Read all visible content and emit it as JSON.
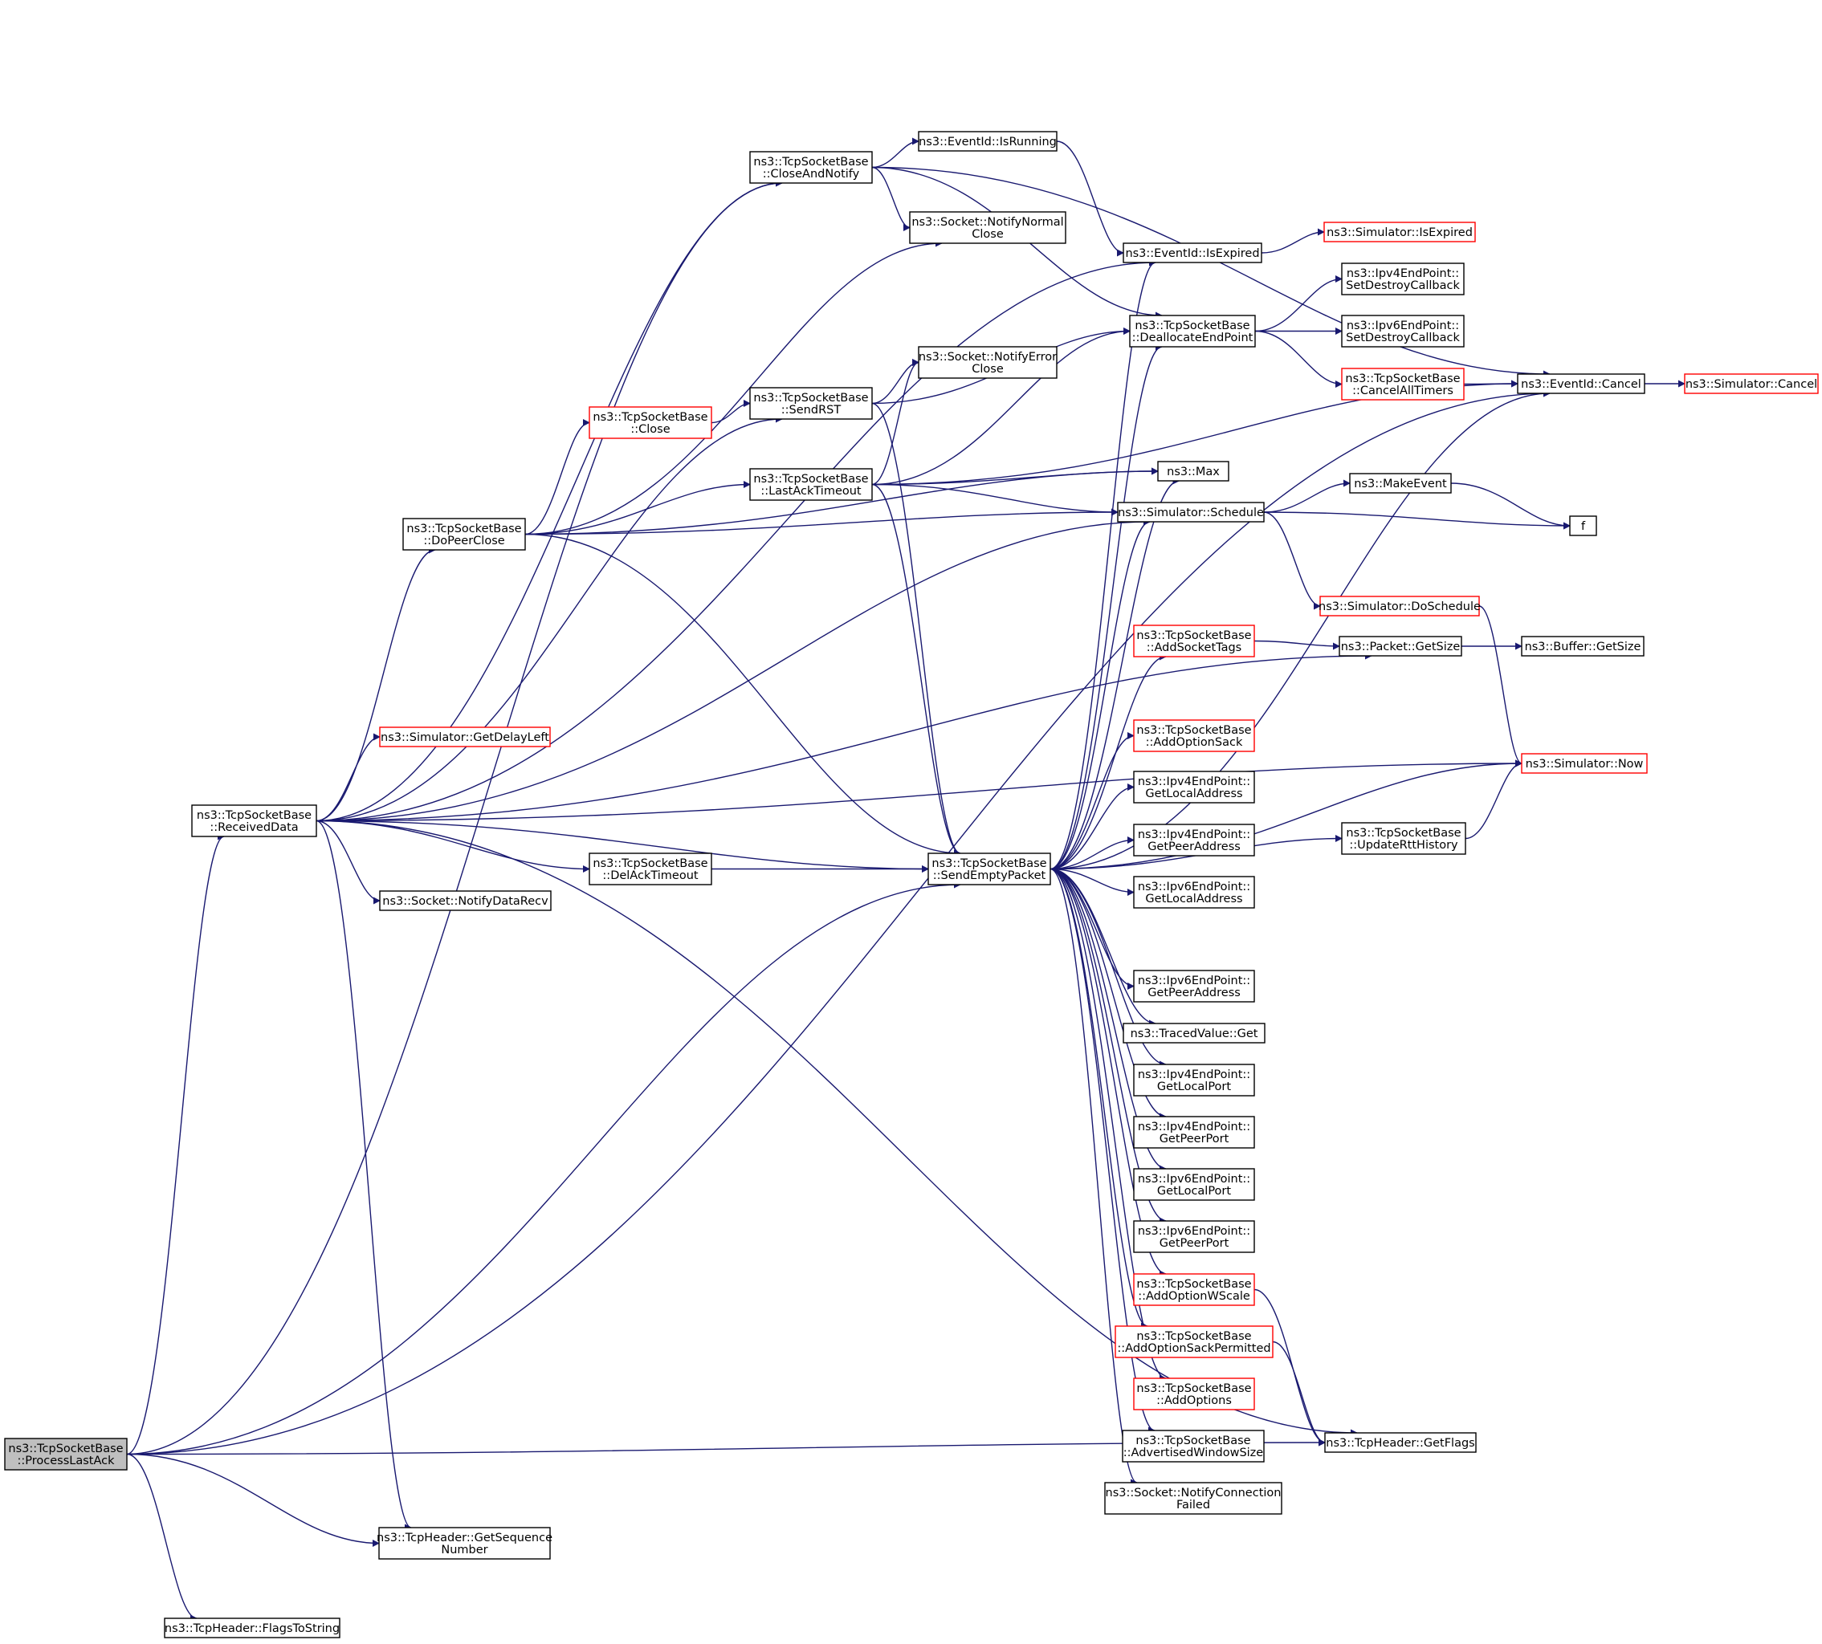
{
  "colors": {
    "edge": "#191970",
    "node_border": "#000000",
    "truncated_border": "#ff0000",
    "root_fill": "#bfbfbf",
    "background": "#ffffff"
  },
  "nodes": [
    {
      "id": "processlastack",
      "lines": [
        "ns3::TcpSocketBase",
        "::ProcessLastAck"
      ],
      "style": "root"
    },
    {
      "id": "receiveddata",
      "lines": [
        "ns3::TcpSocketBase",
        "::ReceivedData"
      ],
      "style": "normal"
    },
    {
      "id": "getsequencenumber",
      "lines": [
        "ns3::TcpHeader::GetSequence",
        "Number"
      ],
      "style": "normal"
    },
    {
      "id": "flagstostring",
      "lines": [
        "ns3::TcpHeader::FlagsToString"
      ],
      "style": "normal"
    },
    {
      "id": "closeandnotify",
      "lines": [
        "ns3::TcpSocketBase",
        "::CloseAndNotify"
      ],
      "style": "normal"
    },
    {
      "id": "eventid-isrunning",
      "lines": [
        "ns3::EventId::IsRunning"
      ],
      "style": "normal"
    },
    {
      "id": "notifynormalclose",
      "lines": [
        "ns3::Socket::NotifyNormal",
        "Close"
      ],
      "style": "normal"
    },
    {
      "id": "eventid-isexpired",
      "lines": [
        "ns3::EventId::IsExpired"
      ],
      "style": "normal"
    },
    {
      "id": "simulator-isexpired",
      "lines": [
        "ns3::Simulator::IsExpired"
      ],
      "style": "truncated"
    },
    {
      "id": "deallocateendpoint",
      "lines": [
        "ns3::TcpSocketBase",
        "::DeallocateEndPoint"
      ],
      "style": "normal"
    },
    {
      "id": "ipv4-setdestroycallback",
      "lines": [
        "ns3::Ipv4EndPoint::",
        "SetDestroyCallback"
      ],
      "style": "normal"
    },
    {
      "id": "ipv6-setdestroycallback",
      "lines": [
        "ns3::Ipv6EndPoint::",
        "SetDestroyCallback"
      ],
      "style": "normal"
    },
    {
      "id": "cancelalltimers",
      "lines": [
        "ns3::TcpSocketBase",
        "::CancelAllTimers"
      ],
      "style": "truncated"
    },
    {
      "id": "eventid-cancel",
      "lines": [
        "ns3::EventId::Cancel"
      ],
      "style": "normal"
    },
    {
      "id": "simulator-cancel",
      "lines": [
        "ns3::Simulator::Cancel"
      ],
      "style": "truncated"
    },
    {
      "id": "notifyerrorclose",
      "lines": [
        "ns3::Socket::NotifyError",
        "Close"
      ],
      "style": "normal"
    },
    {
      "id": "sendrst",
      "lines": [
        "ns3::TcpSocketBase",
        "::SendRST"
      ],
      "style": "normal"
    },
    {
      "id": "close",
      "lines": [
        "ns3::TcpSocketBase",
        "::Close"
      ],
      "style": "truncated"
    },
    {
      "id": "lastacktimeout",
      "lines": [
        "ns3::TcpSocketBase",
        "::LastAckTimeout"
      ],
      "style": "normal"
    },
    {
      "id": "max",
      "lines": [
        "ns3::Max"
      ],
      "style": "normal"
    },
    {
      "id": "makeevent",
      "lines": [
        "ns3::MakeEvent"
      ],
      "style": "normal"
    },
    {
      "id": "f",
      "lines": [
        "f"
      ],
      "style": "normal"
    },
    {
      "id": "doPeerClose",
      "lines": [
        "ns3::TcpSocketBase",
        "::DoPeerClose"
      ],
      "style": "normal"
    },
    {
      "id": "simulator-schedule",
      "lines": [
        "ns3::Simulator::Schedule"
      ],
      "style": "normal"
    },
    {
      "id": "doschedule",
      "lines": [
        "ns3::Simulator::DoSchedule"
      ],
      "style": "truncated"
    },
    {
      "id": "addsockettags",
      "lines": [
        "ns3::TcpSocketBase",
        "::AddSocketTags"
      ],
      "style": "truncated"
    },
    {
      "id": "packet-getsize",
      "lines": [
        "ns3::Packet::GetSize"
      ],
      "style": "normal"
    },
    {
      "id": "buffer-getsize",
      "lines": [
        "ns3::Buffer::GetSize"
      ],
      "style": "normal"
    },
    {
      "id": "getdelayleft",
      "lines": [
        "ns3::Simulator::GetDelayLeft"
      ],
      "style": "truncated"
    },
    {
      "id": "addoptionsack",
      "lines": [
        "ns3::TcpSocketBase",
        "::AddOptionSack"
      ],
      "style": "truncated"
    },
    {
      "id": "simulator-now",
      "lines": [
        "ns3::Simulator::Now"
      ],
      "style": "truncated"
    },
    {
      "id": "ipv4-getlocaladdress",
      "lines": [
        "ns3::Ipv4EndPoint::",
        "GetLocalAddress"
      ],
      "style": "normal"
    },
    {
      "id": "ipv4-getpeeraddress",
      "lines": [
        "ns3::Ipv4EndPoint::",
        "GetPeerAddress"
      ],
      "style": "normal"
    },
    {
      "id": "updaterttHistory",
      "lines": [
        "ns3::TcpSocketBase",
        "::UpdateRttHistory"
      ],
      "style": "normal"
    },
    {
      "id": "delacktimeout",
      "lines": [
        "ns3::TcpSocketBase",
        "::DelAckTimeout"
      ],
      "style": "normal"
    },
    {
      "id": "sendemptypacket",
      "lines": [
        "ns3::TcpSocketBase",
        "::SendEmptyPacket"
      ],
      "style": "normal"
    },
    {
      "id": "ipv6-getlocaladdress",
      "lines": [
        "ns3::Ipv6EndPoint::",
        "GetLocalAddress"
      ],
      "style": "normal"
    },
    {
      "id": "notifydatarecv",
      "lines": [
        "ns3::Socket::NotifyDataRecv"
      ],
      "style": "normal"
    },
    {
      "id": "ipv6-getpeeraddress",
      "lines": [
        "ns3::Ipv6EndPoint::",
        "GetPeerAddress"
      ],
      "style": "normal"
    },
    {
      "id": "tracedvalue-get",
      "lines": [
        "ns3::TracedValue::Get"
      ],
      "style": "normal"
    },
    {
      "id": "ipv4-getlocalport",
      "lines": [
        "ns3::Ipv4EndPoint::",
        "GetLocalPort"
      ],
      "style": "normal"
    },
    {
      "id": "ipv4-getpeerport",
      "lines": [
        "ns3::Ipv4EndPoint::",
        "GetPeerPort"
      ],
      "style": "normal"
    },
    {
      "id": "ipv6-getlocalport",
      "lines": [
        "ns3::Ipv6EndPoint::",
        "GetLocalPort"
      ],
      "style": "normal"
    },
    {
      "id": "ipv6-getpeerport",
      "lines": [
        "ns3::Ipv6EndPoint::",
        "GetPeerPort"
      ],
      "style": "normal"
    },
    {
      "id": "addoptionwscale",
      "lines": [
        "ns3::TcpSocketBase",
        "::AddOptionWScale"
      ],
      "style": "truncated"
    },
    {
      "id": "addoptionsackpermitted",
      "lines": [
        "ns3::TcpSocketBase",
        "::AddOptionSackPermitted"
      ],
      "style": "truncated"
    },
    {
      "id": "addoptions",
      "lines": [
        "ns3::TcpSocketBase",
        "::AddOptions"
      ],
      "style": "truncated"
    },
    {
      "id": "advertisedwindowsize",
      "lines": [
        "ns3::TcpSocketBase",
        "::AdvertisedWindowSize"
      ],
      "style": "normal"
    },
    {
      "id": "tcpheader-getflags",
      "lines": [
        "ns3::TcpHeader::GetFlags"
      ],
      "style": "normal"
    },
    {
      "id": "notifyconnectionfailed",
      "lines": [
        "ns3::Socket::NotifyConnection",
        "Failed"
      ],
      "style": "normal"
    }
  ],
  "edges": [
    [
      "processlastack",
      "receiveddata"
    ],
    [
      "processlastack",
      "eventid-cancel"
    ],
    [
      "processlastack",
      "closeandnotify"
    ],
    [
      "processlastack",
      "getsequencenumber"
    ],
    [
      "processlastack",
      "flagstostring"
    ],
    [
      "processlastack",
      "tcpheader-getflags"
    ],
    [
      "processlastack",
      "sendemptypacket"
    ],
    [
      "receiveddata",
      "closeandnotify"
    ],
    [
      "receiveddata",
      "eventid-isexpired"
    ],
    [
      "receiveddata",
      "sendrst"
    ],
    [
      "receiveddata",
      "doPeerClose"
    ],
    [
      "receiveddata",
      "getdelayleft"
    ],
    [
      "receiveddata",
      "simulator-schedule"
    ],
    [
      "receiveddata",
      "packet-getsize"
    ],
    [
      "receiveddata",
      "delacktimeout"
    ],
    [
      "receiveddata",
      "sendemptypacket"
    ],
    [
      "receiveddata",
      "notifydatarecv"
    ],
    [
      "receiveddata",
      "getsequencenumber"
    ],
    [
      "receiveddata",
      "tcpheader-getflags"
    ],
    [
      "receiveddata",
      "simulator-now"
    ],
    [
      "closeandnotify",
      "eventid-isrunning"
    ],
    [
      "closeandnotify",
      "notifynormalclose"
    ],
    [
      "closeandnotify",
      "deallocateendpoint"
    ],
    [
      "closeandnotify",
      "eventid-cancel"
    ],
    [
      "eventid-isrunning",
      "eventid-isexpired"
    ],
    [
      "eventid-isexpired",
      "simulator-isexpired"
    ],
    [
      "deallocateendpoint",
      "ipv4-setdestroycallback"
    ],
    [
      "deallocateendpoint",
      "ipv6-setdestroycallback"
    ],
    [
      "deallocateendpoint",
      "cancelalltimers"
    ],
    [
      "cancelalltimers",
      "eventid-cancel"
    ],
    [
      "eventid-cancel",
      "simulator-cancel"
    ],
    [
      "sendrst",
      "notifyerrorclose"
    ],
    [
      "sendrst",
      "deallocateendpoint"
    ],
    [
      "sendrst",
      "sendemptypacket"
    ],
    [
      "close",
      "sendrst"
    ],
    [
      "lastacktimeout",
      "notifyerrorclose"
    ],
    [
      "lastacktimeout",
      "deallocateendpoint"
    ],
    [
      "lastacktimeout",
      "eventid-cancel"
    ],
    [
      "lastacktimeout",
      "max"
    ],
    [
      "lastacktimeout",
      "simulator-schedule"
    ],
    [
      "lastacktimeout",
      "sendemptypacket"
    ],
    [
      "doPeerClose",
      "notifynormalclose"
    ],
    [
      "doPeerClose",
      "close"
    ],
    [
      "doPeerClose",
      "lastacktimeout"
    ],
    [
      "doPeerClose",
      "max"
    ],
    [
      "doPeerClose",
      "simulator-schedule"
    ],
    [
      "doPeerClose",
      "sendemptypacket"
    ],
    [
      "simulator-schedule",
      "makeevent"
    ],
    [
      "simulator-schedule",
      "f"
    ],
    [
      "simulator-schedule",
      "doschedule"
    ],
    [
      "makeevent",
      "f"
    ],
    [
      "doschedule",
      "simulator-now"
    ],
    [
      "addsockettags",
      "packet-getsize"
    ],
    [
      "packet-getsize",
      "buffer-getsize"
    ],
    [
      "updaterttHistory",
      "simulator-now"
    ],
    [
      "delacktimeout",
      "sendemptypacket"
    ],
    [
      "sendemptypacket",
      "eventid-isexpired"
    ],
    [
      "sendemptypacket",
      "deallocateendpoint"
    ],
    [
      "sendemptypacket",
      "max"
    ],
    [
      "sendemptypacket",
      "simulator-schedule"
    ],
    [
      "sendemptypacket",
      "eventid-cancel"
    ],
    [
      "sendemptypacket",
      "addsockettags"
    ],
    [
      "sendemptypacket",
      "simulator-now"
    ],
    [
      "sendemptypacket",
      "addoptionsack"
    ],
    [
      "sendemptypacket",
      "ipv4-getlocaladdress"
    ],
    [
      "sendemptypacket",
      "ipv4-getpeeraddress"
    ],
    [
      "sendemptypacket",
      "ipv6-getlocaladdress"
    ],
    [
      "sendemptypacket",
      "updaterttHistory"
    ],
    [
      "sendemptypacket",
      "ipv6-getpeeraddress"
    ],
    [
      "sendemptypacket",
      "tracedvalue-get"
    ],
    [
      "sendemptypacket",
      "ipv4-getlocalport"
    ],
    [
      "sendemptypacket",
      "ipv4-getpeerport"
    ],
    [
      "sendemptypacket",
      "ipv6-getlocalport"
    ],
    [
      "sendemptypacket",
      "ipv6-getpeerport"
    ],
    [
      "sendemptypacket",
      "addoptionwscale"
    ],
    [
      "sendemptypacket",
      "addoptionsackpermitted"
    ],
    [
      "sendemptypacket",
      "addoptions"
    ],
    [
      "sendemptypacket",
      "advertisedwindowsize"
    ],
    [
      "sendemptypacket",
      "notifyconnectionfailed"
    ],
    [
      "addoptionwscale",
      "tcpheader-getflags"
    ],
    [
      "addoptionsackpermitted",
      "tcpheader-getflags"
    ]
  ]
}
